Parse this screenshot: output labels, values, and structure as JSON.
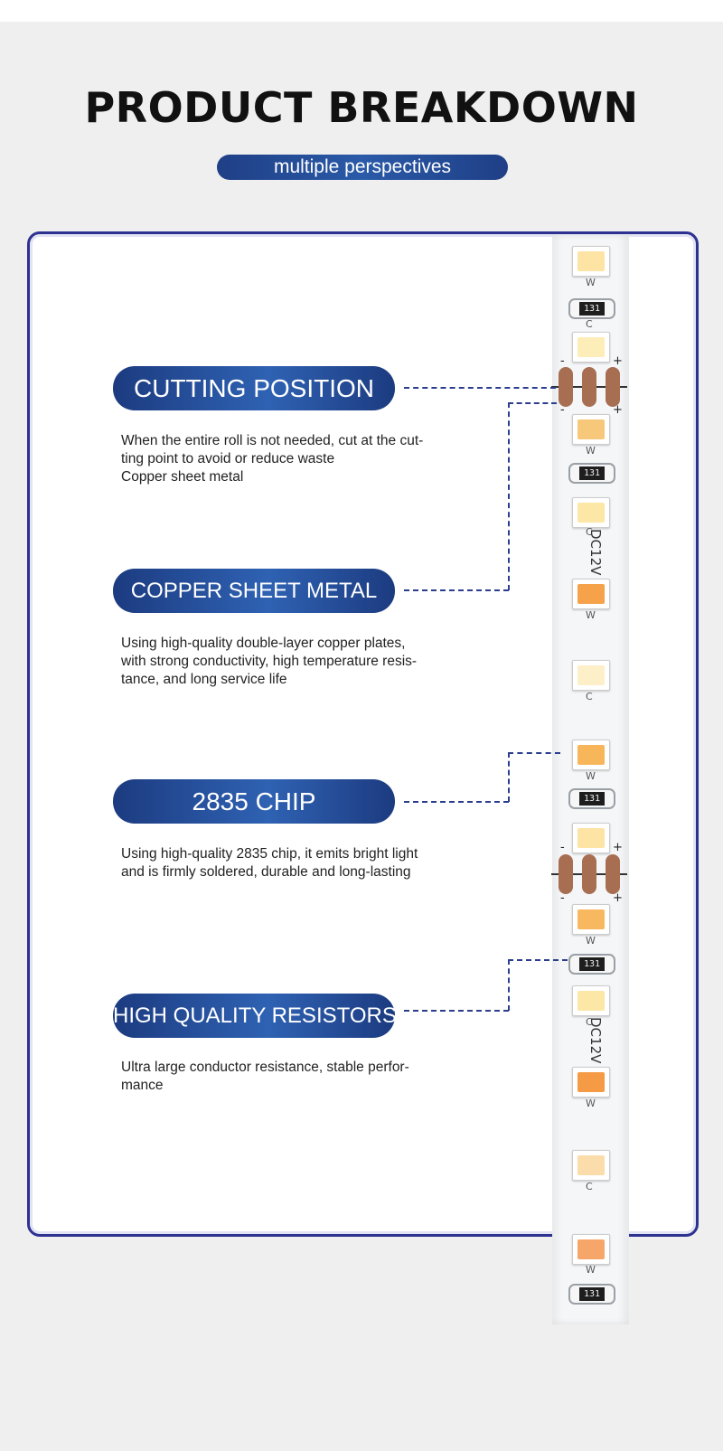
{
  "header": {
    "title": "PRODUCT BREAKDOWN",
    "subtitle": "multiple perspectives"
  },
  "features": [
    {
      "label": "CUTTING POSITION",
      "lines": [
        "When the entire roll is not needed, cut at the cut-",
        "ting point to avoid or reduce waste",
        "Copper sheet metal"
      ]
    },
    {
      "label": "COPPER SHEET METAL",
      "lines": [
        "Using high-quality double-layer copper plates,",
        "with strong conductivity, high temperature resis-",
        "tance, and long service life"
      ]
    },
    {
      "label": "2835 CHIP",
      "lines": [
        "Using high-quality 2835 chip, it emits bright light",
        "and is firmly soldered, durable and long-lasting"
      ]
    },
    {
      "label": "HIGH QUALITY RESISTORS",
      "lines": [
        "Ultra large conductor resistance, stable perfor-",
        "mance"
      ]
    }
  ],
  "strip": {
    "resistor_code": "131",
    "voltage_label": "DC12V",
    "warm_mark": "W",
    "cool_mark": "C",
    "plus": "+",
    "minus": "-",
    "warm_color": "#f6b25a",
    "cool_color": "#fde7a6"
  }
}
